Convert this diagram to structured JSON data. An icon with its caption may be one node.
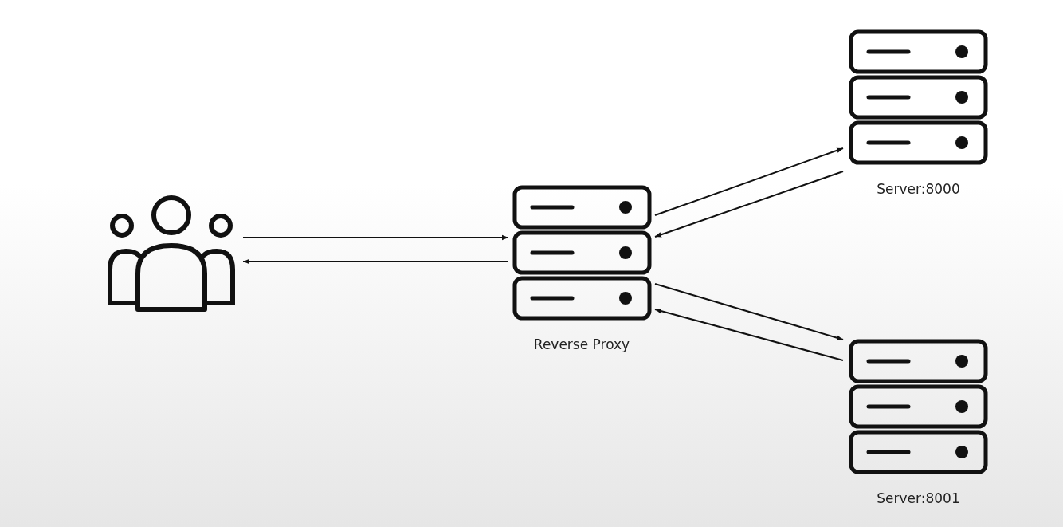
{
  "diagram": {
    "nodes": [
      {
        "text": [],
        "shape": "person"
      },
      {
        "text": [
          "Reverse Proxy"
        ]
      },
      {
        "text": [
          "Server:8000"
        ]
      },
      {
        "text": [
          "Server:8001"
        ]
      }
    ],
    "edges": [
      {
        "from": 0,
        "to": 1,
        "arrow": "to"
      },
      {
        "from": 1,
        "to": 0,
        "arrow": "to"
      },
      {
        "from": 1,
        "to": 2,
        "arrow": "to"
      },
      {
        "from": 2,
        "to": 1,
        "arrow": "to"
      },
      {
        "from": 1,
        "to": 3,
        "arrow": "to"
      },
      {
        "from": 3,
        "to": 1,
        "arrow": "to"
      }
    ]
  }
}
